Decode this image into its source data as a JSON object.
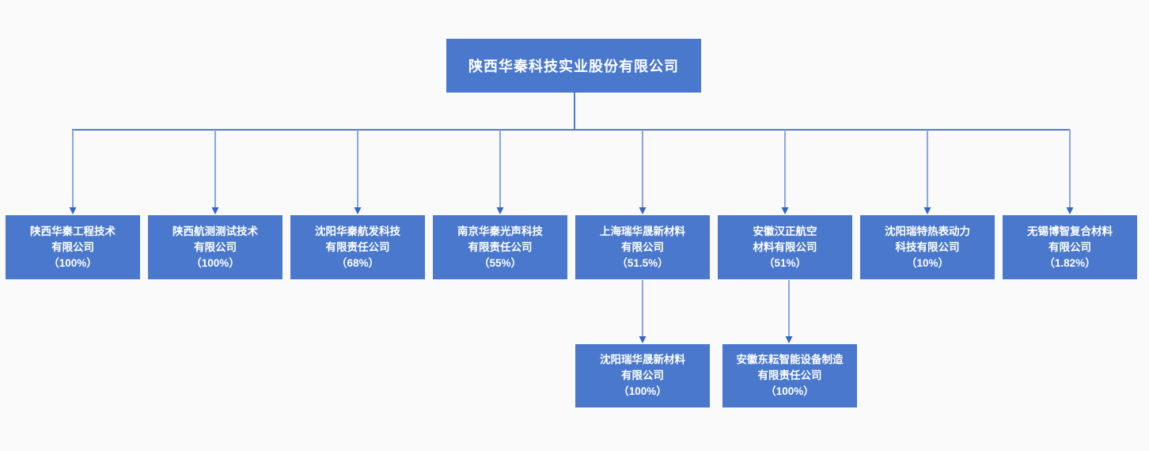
{
  "root": {
    "name": "陕西华秦科技实业股份有限公司"
  },
  "subsidiaries": [
    {
      "line1": "陕西华秦工程技术",
      "line2": "有限公司",
      "pct": "（100%）"
    },
    {
      "line1": "陕西航测测试技术",
      "line2": "有限公司",
      "pct": "（100%）"
    },
    {
      "line1": "沈阳华秦航发科技",
      "line2": "有限责任公司",
      "pct": "（68%）"
    },
    {
      "line1": "南京华秦光声科技",
      "line2": "有限责任公司",
      "pct": "（55%）"
    },
    {
      "line1": "上海瑞华晟新材料",
      "line2": "有限公司",
      "pct": "（51.5%）"
    },
    {
      "line1": "安徽汉正航空",
      "line2": "材料有限公司",
      "pct": "（51%）"
    },
    {
      "line1": "沈阳瑞特热表动力",
      "line2": "科技有限公司",
      "pct": "（10%）"
    },
    {
      "line1": "无锡博智复合材料",
      "line2": "有限公司",
      "pct": "（1.82%）"
    }
  ],
  "sub_subsidiaries": [
    {
      "line1": "沈阳瑞华晟新材料",
      "line2": "有限公司",
      "pct": "（100%）"
    },
    {
      "line1": "安徽东耘智能设备制造",
      "line2": "有限责任公司",
      "pct": "（100%）"
    }
  ],
  "colors": {
    "bg": "#fafafa",
    "node_fill": "#4a78cc",
    "node_text": "#ffffff",
    "connector_dark": "#4d7ace",
    "connector_light": "#8aa6de",
    "arrow": "#3566c5"
  }
}
